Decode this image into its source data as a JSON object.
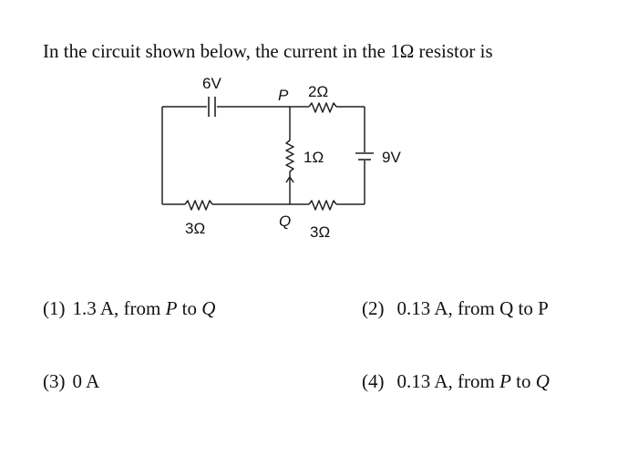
{
  "question": {
    "text": "In the circuit shown below, the current in the 1Ω resistor is"
  },
  "circuit": {
    "battery_left_label": "6V",
    "battery_right_label": "9V",
    "resistor_top_label": "2Ω",
    "resistor_middle_label": "1Ω",
    "resistor_bottom_left_label": "3Ω",
    "resistor_bottom_right_label": "3Ω",
    "node_p_label": "P",
    "node_q_label": "Q"
  },
  "options": [
    {
      "number": "(1)",
      "text_html": "1.3 A, from <i>P</i> to <i>Q</i>"
    },
    {
      "number": "(2)",
      "text_html": "0.13 A, from Q to P"
    },
    {
      "number": "(3)",
      "text_html": "0 A"
    },
    {
      "number": "(4)",
      "text_html": "0.13 A, from <i>P</i> to <i>Q</i>"
    }
  ]
}
